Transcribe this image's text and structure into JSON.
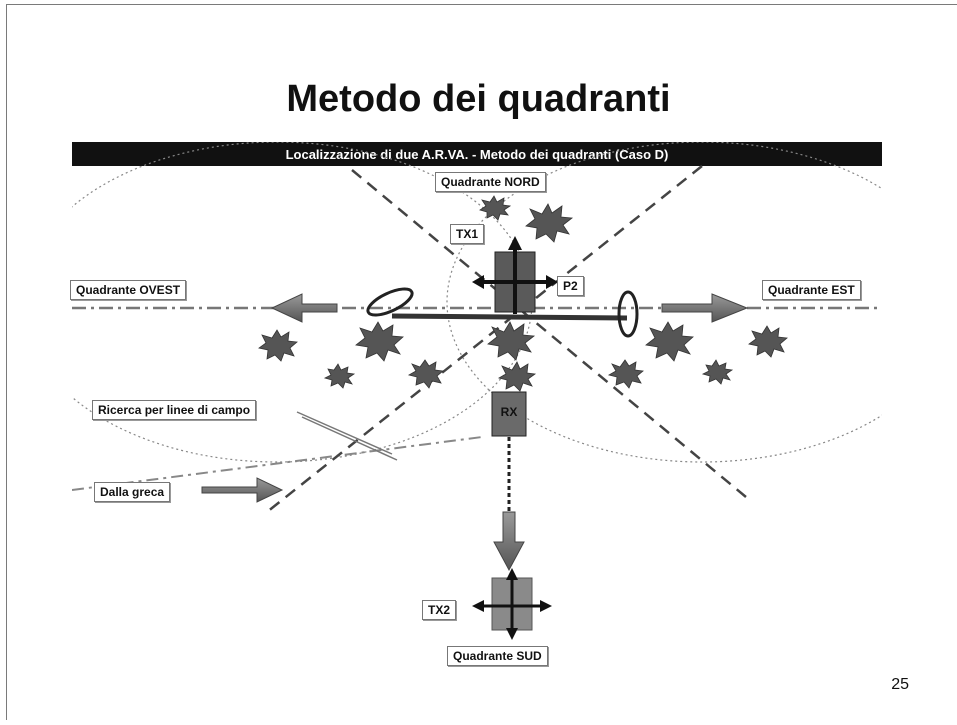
{
  "slide": {
    "title": "Metodo dei quadranti",
    "page_number": "25"
  },
  "diagram": {
    "banner": "Localizzazione di due A.R.VA. - Metodo dei quadranti (Caso D)",
    "labels": {
      "north": "Quadrante NORD",
      "south": "Quadrante SUD",
      "west": "Quadrante OVEST",
      "east": "Quadrante EST",
      "tx1": "TX1",
      "tx2": "TX2",
      "p2": "P2",
      "rx": "RX",
      "field_lines": "Ricerca per linee di campo",
      "from_greca": "Dalla greca"
    }
  }
}
